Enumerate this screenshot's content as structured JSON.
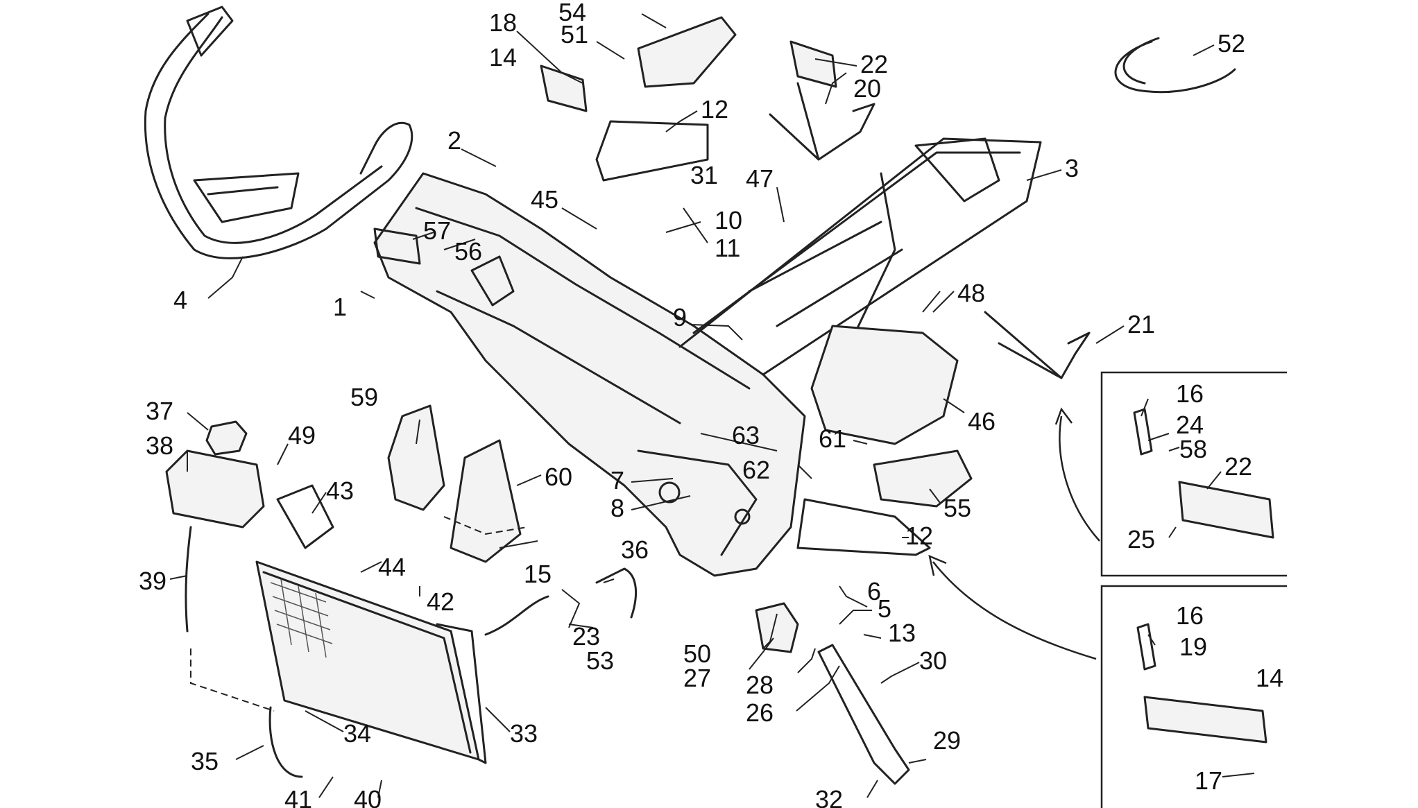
{
  "labels": {
    "l1": "1",
    "l2": "2",
    "l3": "3",
    "l4": "4",
    "l5": "5",
    "l6": "6",
    "l7": "7",
    "l8": "8",
    "l9": "9",
    "l10": "10",
    "l11": "11",
    "l12a": "12",
    "l12b": "12",
    "l13": "13",
    "l14a": "14",
    "l14b": "14",
    "l15": "15",
    "l16a": "16",
    "l16b": "16",
    "l17": "17",
    "l18": "18",
    "l19": "19",
    "l20": "20",
    "l21": "21",
    "l22a": "22",
    "l22b": "22",
    "l23": "23",
    "l24": "24",
    "l25": "25",
    "l26": "26",
    "l27": "27",
    "l28": "28",
    "l29": "29",
    "l30": "30",
    "l31": "31",
    "l32": "32",
    "l33": "33",
    "l34": "34",
    "l35": "35",
    "l36": "36",
    "l37": "37",
    "l38": "38",
    "l39": "39",
    "l40": "40",
    "l41": "41",
    "l42": "42",
    "l43": "43",
    "l44": "44",
    "l45": "45",
    "l46": "46",
    "l47": "47",
    "l48": "48",
    "l49": "49",
    "l50": "50",
    "l51": "51",
    "l52": "52",
    "l53": "53",
    "l54": "54",
    "l55": "55",
    "l56": "56",
    "l57": "57",
    "l58": "58",
    "l59": "59",
    "l60": "60",
    "l61": "61",
    "l62": "62",
    "l63": "63"
  }
}
